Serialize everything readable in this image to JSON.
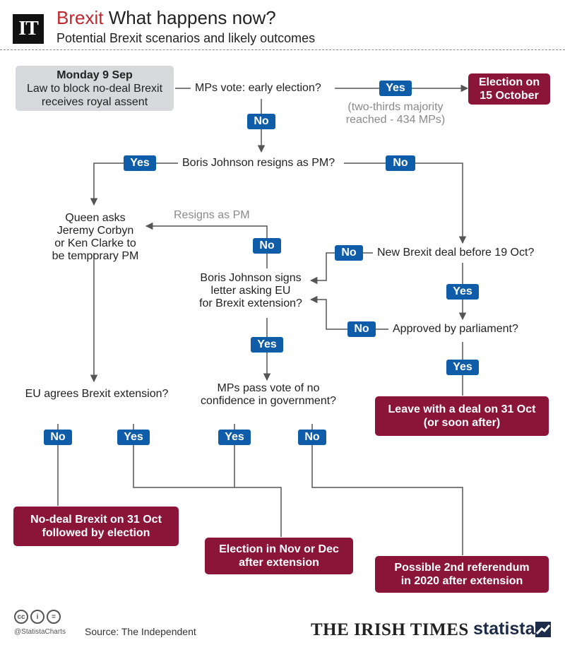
{
  "header": {
    "logo": "IT",
    "title_brand": "Brexit",
    "title_rest": "What happens now?",
    "subtitle": "Potential Brexit scenarios and likely outcomes"
  },
  "start": {
    "date": "Monday 9 Sep",
    "line1": "Law to block no-deal Brexit",
    "line2": "receives royal assent"
  },
  "questions": {
    "early_election": "MPs vote: early election?",
    "two_thirds_1": "(two-thirds majority",
    "two_thirds_2": "reached - 434 MPs)",
    "bj_resigns": "Boris Johnson resigns as PM?",
    "queen_1": "Queen asks",
    "queen_2": "Jeremy Corbyn",
    "queen_3": "or Ken Clarke to",
    "queen_4": "be temporary PM",
    "resigns_as_pm": "Resigns as PM",
    "new_deal": "New Brexit deal before 19 Oct?",
    "bj_letter_1": "Boris Johnson signs",
    "bj_letter_2": "letter asking EU",
    "bj_letter_3": "for Brexit extension?",
    "approved": "Approved by parliament?",
    "eu_agrees": "EU agrees Brexit extension?",
    "no_conf_1": "MPs pass vote of no",
    "no_conf_2": "confidence in government?"
  },
  "labels": {
    "yes": "Yes",
    "no": "No"
  },
  "outcomes": {
    "election_oct_1": "Election on",
    "election_oct_2": "15 October",
    "leave_deal_1": "Leave with a deal on 31 Oct",
    "leave_deal_2": "(or soon after)",
    "no_deal_1": "No-deal Brexit on 31 Oct",
    "no_deal_2": "followed by election",
    "election_nov_1": "Election in Nov or Dec",
    "election_nov_2": "after extension",
    "referendum_1": "Possible 2nd referendum",
    "referendum_2": "in 2020 after extension"
  },
  "footer": {
    "cc_icons": [
      "cc-icon",
      "person-icon",
      "equals-icon"
    ],
    "cc_glyphs": [
      "cc",
      "i",
      "="
    ],
    "handle": "@StatistaCharts",
    "source": "Source: The Independent",
    "irish_times": "THE IRISH TIMES",
    "statista": "statista"
  },
  "colors": {
    "brand_red": "#c0272d",
    "pill_blue": "#0f5da9",
    "outcome_maroon": "#8a1538",
    "start_gray": "#d7d9dc",
    "line_gray": "#555555"
  }
}
